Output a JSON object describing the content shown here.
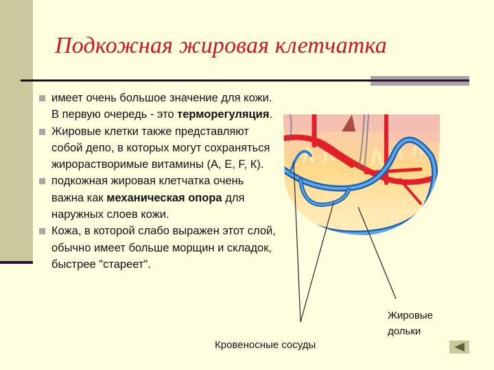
{
  "slide": {
    "title": "Подкожная жировая клетчатка",
    "bullets": [
      {
        "before": "имеет очень большое значение для кожи. В первую очередь - это ",
        "bold": "терморегуляция",
        "after": "."
      },
      {
        "before": "Жировые клетки также представляют собой депо, в которых могут сохраняться жирорастворимые витамины (А, Е, F, К).",
        "bold": "",
        "after": ""
      },
      {
        "before": "подкожная жировая клетчатка очень важна как ",
        "bold": "механическая опора",
        "after": " для наружных слоев кожи."
      },
      {
        "before": "Кожа, в которой слабо выражен этот слой, обычно имеет больше морщин и складок, быстрее \"стареет\".",
        "bold": "",
        "after": ""
      }
    ],
    "figure": {
      "labels": {
        "vessels": "Кровеносные сосуды",
        "lobules_line1": "Жировые",
        "lobules_line2": "дольки"
      }
    },
    "navigation": {
      "back_icon": "triangle-left-icon"
    }
  },
  "colors": {
    "background": "#FFFEDF",
    "sidebar": "#C9C99B",
    "title": "#D2141E",
    "rule": "#1A0A1A",
    "rule_accent": "#A9A3A8",
    "vessel_red": "#E3202A",
    "vessel_blue": "#2F7FD0",
    "fat_yellow": "#FFD98A"
  }
}
